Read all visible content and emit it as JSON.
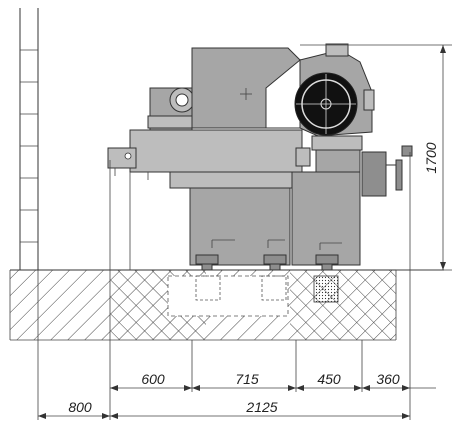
{
  "dimensions": {
    "height": "1700",
    "upper_row": [
      "600",
      "715",
      "450",
      "360"
    ],
    "lower_row": [
      "800",
      "2125"
    ]
  }
}
